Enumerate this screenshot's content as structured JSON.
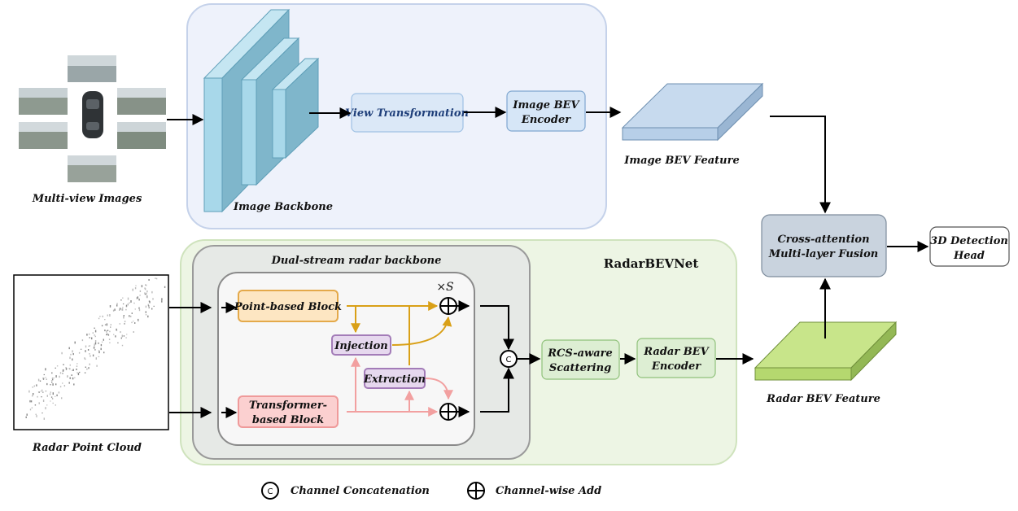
{
  "inputs": {
    "multiview_label": "Multi-view Images",
    "radar_label": "Radar Point Cloud"
  },
  "image_branch": {
    "backbone_label": "Image Backbone",
    "view_transformation": "View Transformation",
    "bev_encoder_line1": "Image BEV",
    "bev_encoder_line2": "Encoder",
    "bev_feature_label": "Image BEV Feature"
  },
  "radar_branch": {
    "title": "RadarBEVNet",
    "dual_stream_title": "Dual-stream radar backbone",
    "point_block": "Point-based Block",
    "transformer_block_line1": "Transformer-",
    "transformer_block_line2": "based Block",
    "injection": "Injection",
    "extraction": "Extraction",
    "repeat_label": "×S",
    "rcs_line1": "RCS-aware",
    "rcs_line2": "Scattering",
    "bev_encoder_line1": "Radar BEV",
    "bev_encoder_line2": "Encoder",
    "bev_feature_label": "Radar BEV Feature"
  },
  "fusion": {
    "line1": "Cross-attention",
    "line2": "Multi-layer Fusion"
  },
  "head": {
    "line1": "3D Detection",
    "line2": "Head"
  },
  "legend": {
    "concat_symbol": "C",
    "concat_label": "Channel Concatenation",
    "add_label": "Channel-wise Add"
  },
  "colors": {
    "image_panel_bg": "#eef2fb",
    "image_panel_border": "#c5d2ea",
    "radar_panel_bg": "#edf5e4",
    "radar_panel_border": "#cfe3bd",
    "backbone_blue": "#a8d8ea",
    "view_box": "#dbe8f7",
    "bev_feature_blue": "#b7cfe8",
    "point_block": "#fde6c2",
    "point_border": "#e4a94a",
    "transformer_block": "#fbd0d0",
    "transformer_border": "#ef9a9a",
    "injection": "#e6d8ee",
    "injection_border": "#a37cb8",
    "green_box": "#ddeed3",
    "radar_bev_green": "#b5d86f",
    "fusion_box": "#c9d3de",
    "orange_arrow": "#d9a017",
    "pink_arrow": "#f2a0a0"
  }
}
